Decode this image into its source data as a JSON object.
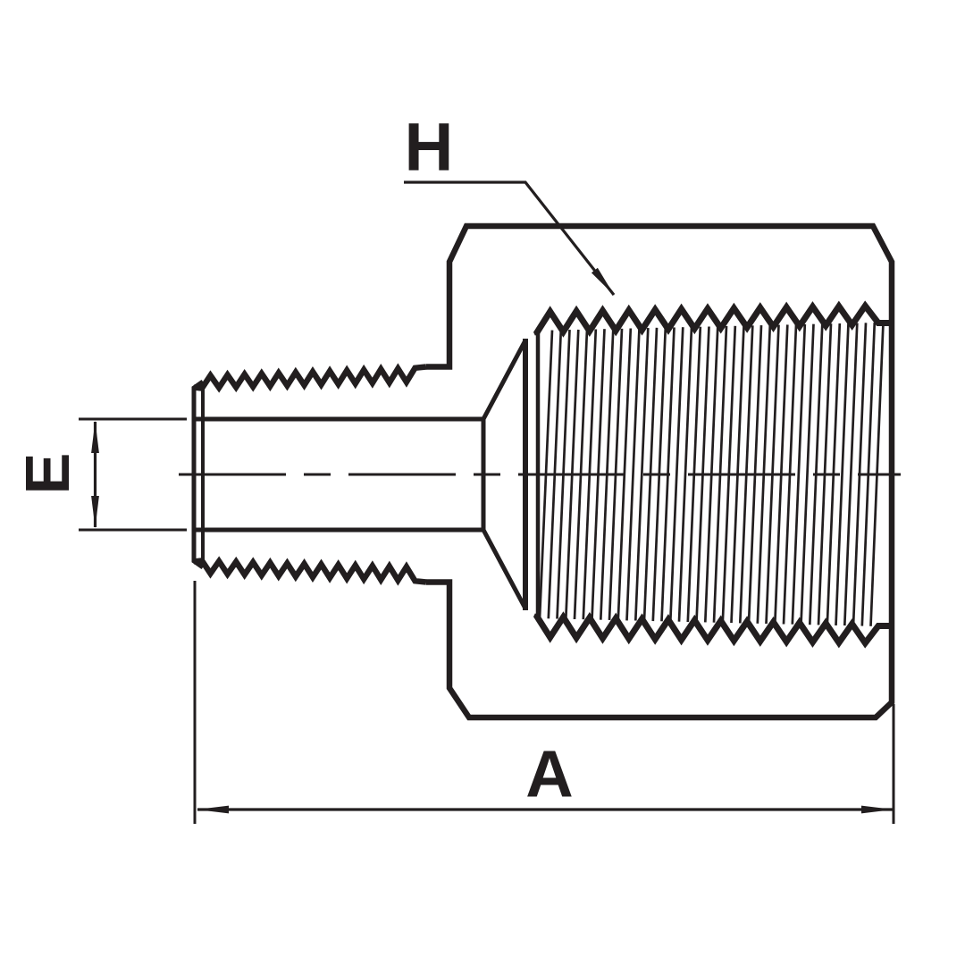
{
  "drawing": {
    "background_color": "#ffffff",
    "line_color": "#221e1f",
    "labels": {
      "internal_thread": "H",
      "male_end": "E",
      "overall_length": "A"
    }
  }
}
